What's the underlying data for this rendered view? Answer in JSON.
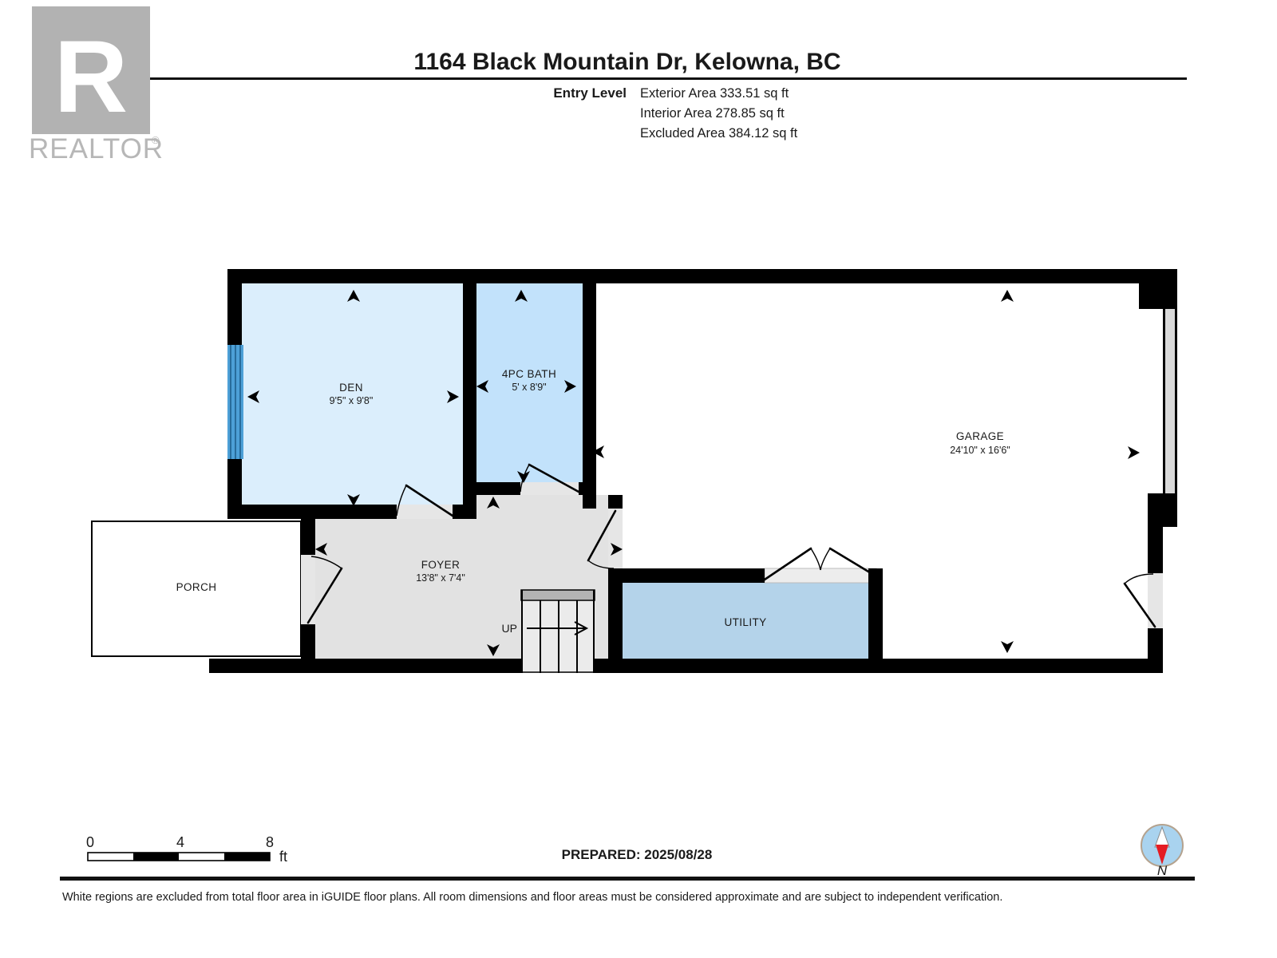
{
  "header": {
    "logo": {
      "letter": "R",
      "word": "REALTOR",
      "registered": "®"
    },
    "title": "1164 Black Mountain Dr, Kelowna, BC",
    "level_label": "Entry Level",
    "area_lines": [
      "Exterior Area 333.51 sq ft",
      "Interior Area 278.85 sq ft",
      "Excluded Area 384.12 sq ft"
    ]
  },
  "floor_plan": {
    "rooms": [
      {
        "name": "DEN",
        "dims": "9'5\" x 9'8\""
      },
      {
        "name": "4PC BATH",
        "dims": "5' x 8'9\""
      },
      {
        "name": "GARAGE",
        "dims": "24'10\" x 16'6\""
      },
      {
        "name": "FOYER",
        "dims": "13'8\" x 7'4\""
      },
      {
        "name": "PORCH",
        "dims": ""
      },
      {
        "name": "UTILITY",
        "dims": ""
      }
    ],
    "stairs_label": "UP",
    "colors": {
      "den": "#dbeefc",
      "bath": "#c2e2fb",
      "utility": "#b4d3ea",
      "foyer": "#e2e2e2",
      "window": "#4da0d7",
      "wall": "#000000",
      "door_sill": "#e6e6e6",
      "compass_disc": "#a9d3ef",
      "compass_red": "#e51c23"
    }
  },
  "footer": {
    "scale": {
      "ticks": [
        "0",
        "4",
        "8"
      ],
      "unit": "ft"
    },
    "prepared": "PREPARED: 2025/08/28",
    "compass_label": "N",
    "disclaimer": "White regions are excluded from total floor area in iGUIDE floor plans. All room dimensions and floor areas must be considered approximate and are subject to independent verification."
  }
}
